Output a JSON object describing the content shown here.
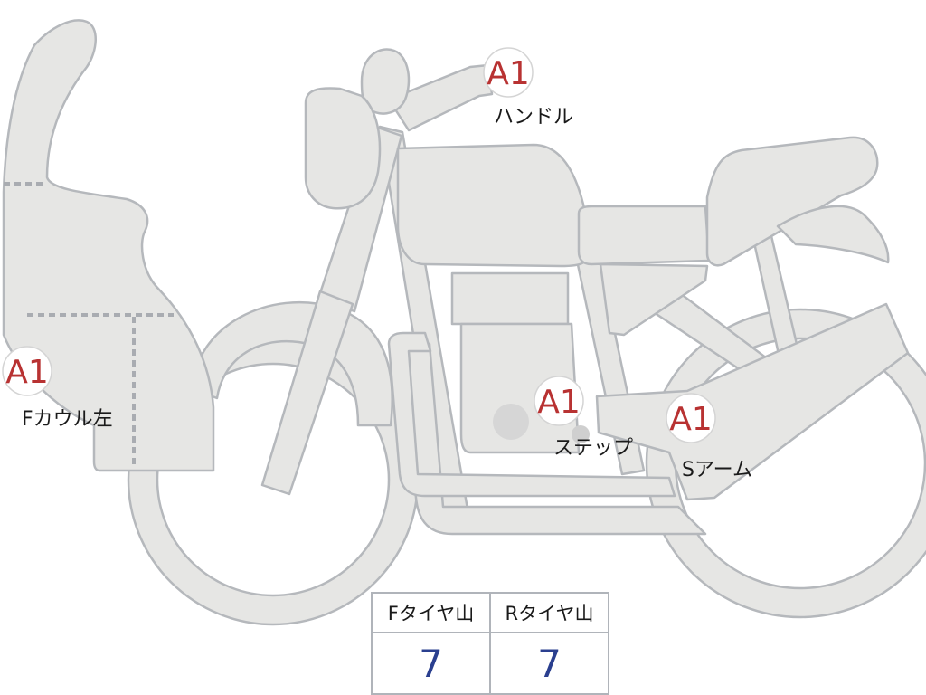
{
  "damage_markers": [
    {
      "code": "A1",
      "part": "Fカウル左"
    },
    {
      "code": "A1",
      "part": "ハンドル"
    },
    {
      "code": "A1",
      "part": "ステップ"
    },
    {
      "code": "A1",
      "part": "Sアーム"
    }
  ],
  "tire_table": {
    "headers": [
      "Fタイヤ山",
      "Rタイヤ山"
    ],
    "values": [
      "7",
      "7"
    ]
  },
  "colors": {
    "body_fill": "#e6e6e4",
    "outline": "#b5b8bc",
    "marker_text": "#b83232",
    "value_text": "#2a3f8f"
  }
}
